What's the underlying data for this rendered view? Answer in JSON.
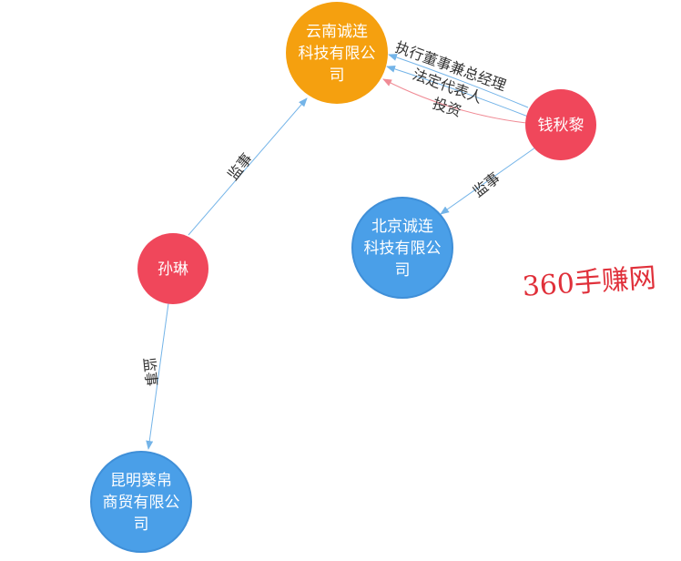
{
  "colors": {
    "company_orange": "#f5a00f",
    "company_blue": "#4a9fe8",
    "company_blue_border": "#3f8fd8",
    "person_red": "#f0475b",
    "edge_blue": "#74b4e8",
    "edge_red": "#f08b95",
    "watermark": "#e0303a"
  },
  "nodes": {
    "yunnan": {
      "line1": "云南诚连",
      "line2": "科技有限公",
      "line3": "司",
      "kind": "company"
    },
    "beijing": {
      "line1": "北京诚连",
      "line2": "科技有限公",
      "line3": "司",
      "kind": "company"
    },
    "kunming": {
      "line1": "昆明葵帛",
      "line2": "商贸有限公",
      "line3": "司",
      "kind": "company"
    },
    "qian": {
      "name": "钱秋黎",
      "kind": "person"
    },
    "sun": {
      "name": "孙琳",
      "kind": "person"
    }
  },
  "edges": {
    "qian_yunnan_exec": "执行董事兼总经理",
    "qian_yunnan_legal": "法定代表人",
    "qian_yunnan_invest": "投资",
    "qian_beijing": "监事",
    "sun_yunnan": "监事",
    "sun_kunming": "监事"
  },
  "watermark": "360手赚网"
}
